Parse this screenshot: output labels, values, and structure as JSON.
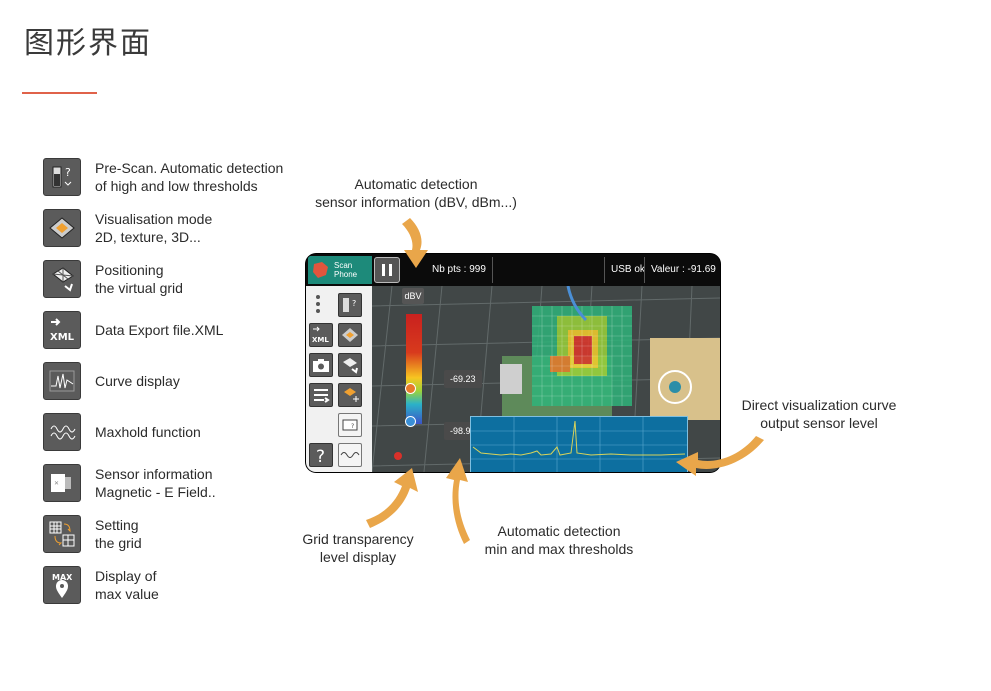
{
  "page": {
    "title": "图形界面"
  },
  "legend": [
    {
      "icon": "prescan-icon",
      "lines": [
        "Pre-Scan. Automatic detection",
        "of high and low thresholds"
      ]
    },
    {
      "icon": "visualisation-mode-icon",
      "lines": [
        "Visualisation mode",
        "2D, texture, 3D..."
      ]
    },
    {
      "icon": "positioning-grid-icon",
      "lines": [
        "Positioning",
        "the virtual grid"
      ]
    },
    {
      "icon": "xml-export-icon",
      "icon_text": "XML",
      "lines": [
        "Data Export file.XML"
      ]
    },
    {
      "icon": "curve-display-icon",
      "lines": [
        "Curve display"
      ]
    },
    {
      "icon": "maxhold-icon",
      "lines": [
        "Maxhold function"
      ]
    },
    {
      "icon": "sensor-info-icon",
      "lines": [
        "Sensor information",
        "Magnetic - E Field.."
      ]
    },
    {
      "icon": "grid-setting-icon",
      "lines": [
        "Setting",
        "the grid"
      ]
    },
    {
      "icon": "max-value-icon",
      "icon_text": "MAX",
      "lines": [
        "Display of",
        "max value"
      ]
    }
  ],
  "callouts": {
    "sensor_info": [
      "Automatic detection",
      "sensor information (dBV, dBm...)"
    ],
    "curve": [
      "Direct visualization curve",
      "output sensor level"
    ],
    "transparency": [
      "Grid transparency",
      "level display"
    ],
    "thresholds": [
      "Automatic detection",
      "min and max thresholds"
    ]
  },
  "app": {
    "brand": [
      "Scan",
      "Phone"
    ],
    "nb_pts": "Nb pts : 999",
    "usb": "USB ok",
    "valeur": "Valeur : -91.69",
    "unit": "dBV",
    "max_threshold": "-69.23",
    "min_threshold": "-98.90",
    "help": "?",
    "accent": "#1d8a7a"
  }
}
